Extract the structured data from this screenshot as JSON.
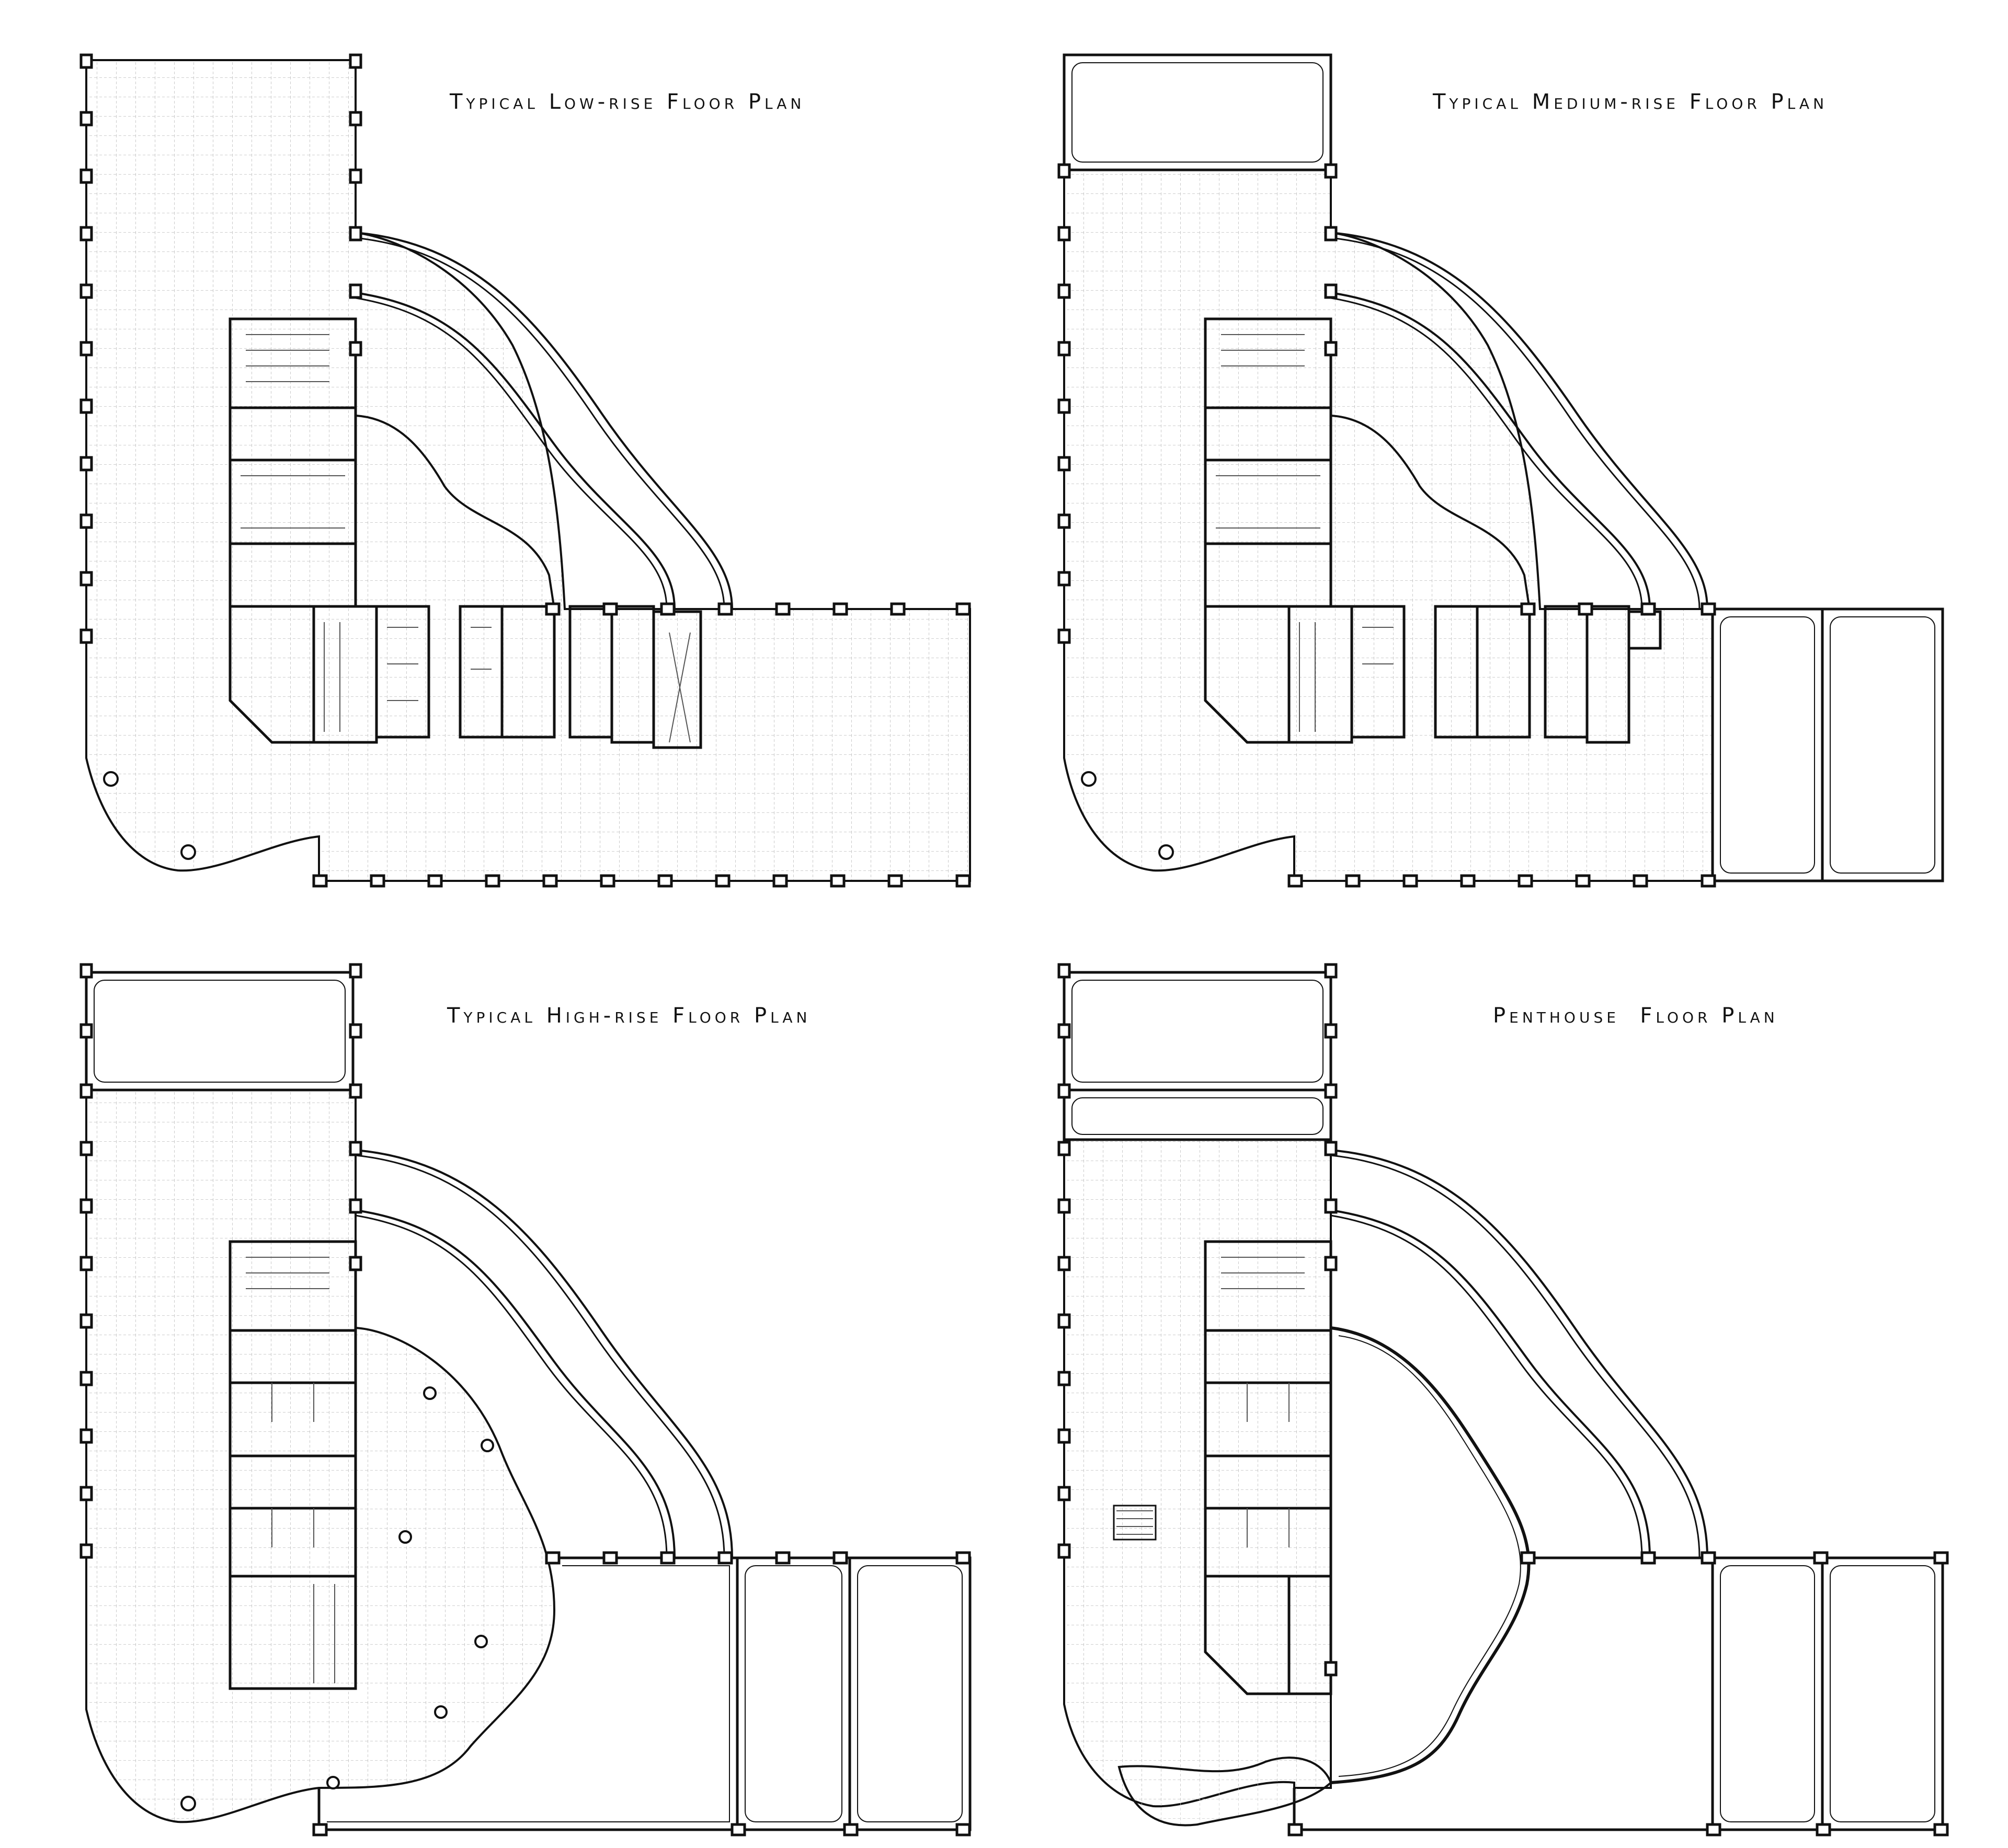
{
  "drawing": {
    "line_color": "#111111",
    "grid_color": "#b9b9b9",
    "background": "#ffffff"
  },
  "plans": [
    {
      "id": "low",
      "title": "Typical Low-rise Floor Plan"
    },
    {
      "id": "medium",
      "title": "Typical Medium-rise Floor Plan"
    },
    {
      "id": "high",
      "title": "Typical High-rise Floor Plan"
    },
    {
      "id": "penthouse",
      "title": "Penthouse  Floor Plan"
    }
  ]
}
